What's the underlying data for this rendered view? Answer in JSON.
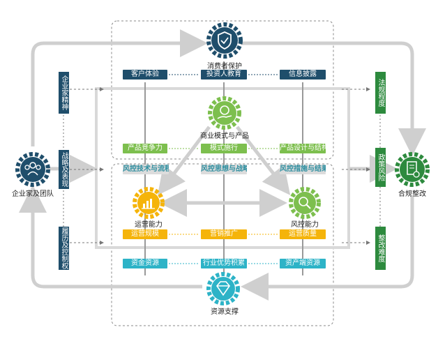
{
  "top_node": "消费者保护",
  "center_node": "商业模式与产品",
  "bottom_node": "资源支撑",
  "left_node": "企业家及团队",
  "right_node": "合规整改",
  "ops_node": "运营能力",
  "risk_node": "风控能力",
  "row1": [
    "客户体验",
    "投资人教育",
    "信息披露"
  ],
  "row2": [
    "产品竞争力",
    "模式施行",
    "产品设计与结构"
  ],
  "row3": [
    "风控技术与流程",
    "风控思想与战略",
    "风控措施与结果"
  ],
  "row4": [
    "运营规模",
    "营销推广",
    "运营质量"
  ],
  "row5": [
    "资金资源",
    "行业优势积累",
    "资产端资源"
  ],
  "left_col": [
    "企业家精神",
    "战略及表现",
    "履历及控制权"
  ],
  "right_col": [
    "法规程度",
    "政策风险",
    "整改难度"
  ],
  "colors": {
    "navy": "#1f4e6b",
    "green": "#7dbf4e",
    "dark_green": "#2d8a3e",
    "amber": "#f5b40a",
    "teal": "#2db3c7",
    "gray_arrow": "#cfcfcf"
  },
  "icons": {
    "top": "shield-check-icon",
    "center": "hand-money-icon",
    "bottom": "diamond-icon",
    "left": "team-icon",
    "right": "document-check-icon",
    "ops": "bar-chart-icon",
    "risk": "magnifier-icon"
  }
}
